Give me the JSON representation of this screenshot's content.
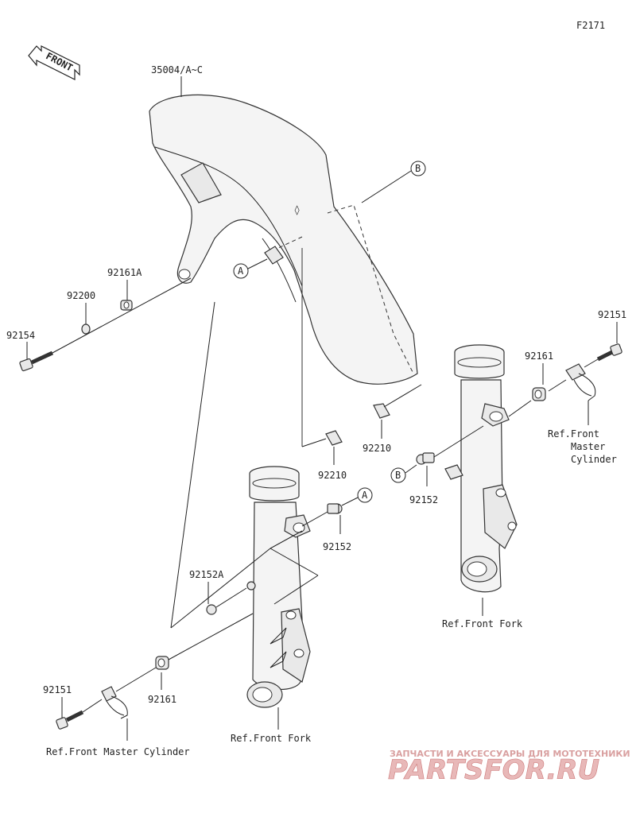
{
  "diagram_code": "F2171",
  "front_label": "FRONT",
  "parts": {
    "fender": "35004/A~C",
    "p92161A": "92161A",
    "p92200": "92200",
    "p92154": "92154",
    "p92151_right": "92151",
    "p92161_right": "92161",
    "p92210_right": "92210",
    "p92210_left": "92210",
    "p92152_right": "92152",
    "p92152_left": "92152",
    "p92152A": "92152A",
    "p92161_left": "92161",
    "p92151_left": "92151"
  },
  "callouts": {
    "a_fender": "A",
    "a_bolt": "A",
    "b_fender": "B",
    "b_bolt": "B"
  },
  "refs": {
    "front_master_cylinder_right": [
      "Ref.Front",
      "Master",
      "Cylinder"
    ],
    "front_fork_right": "Ref.Front Fork",
    "front_fork_left": "Ref.Front Fork",
    "front_master_cylinder_left": "Ref.Front Master Cylinder"
  },
  "watermark": {
    "top": "ЗАПЧАСТИ И АКСЕССУАРЫ ДЛЯ МОТОТЕХНИКИ",
    "brand": "PARTSFOR.RU"
  }
}
